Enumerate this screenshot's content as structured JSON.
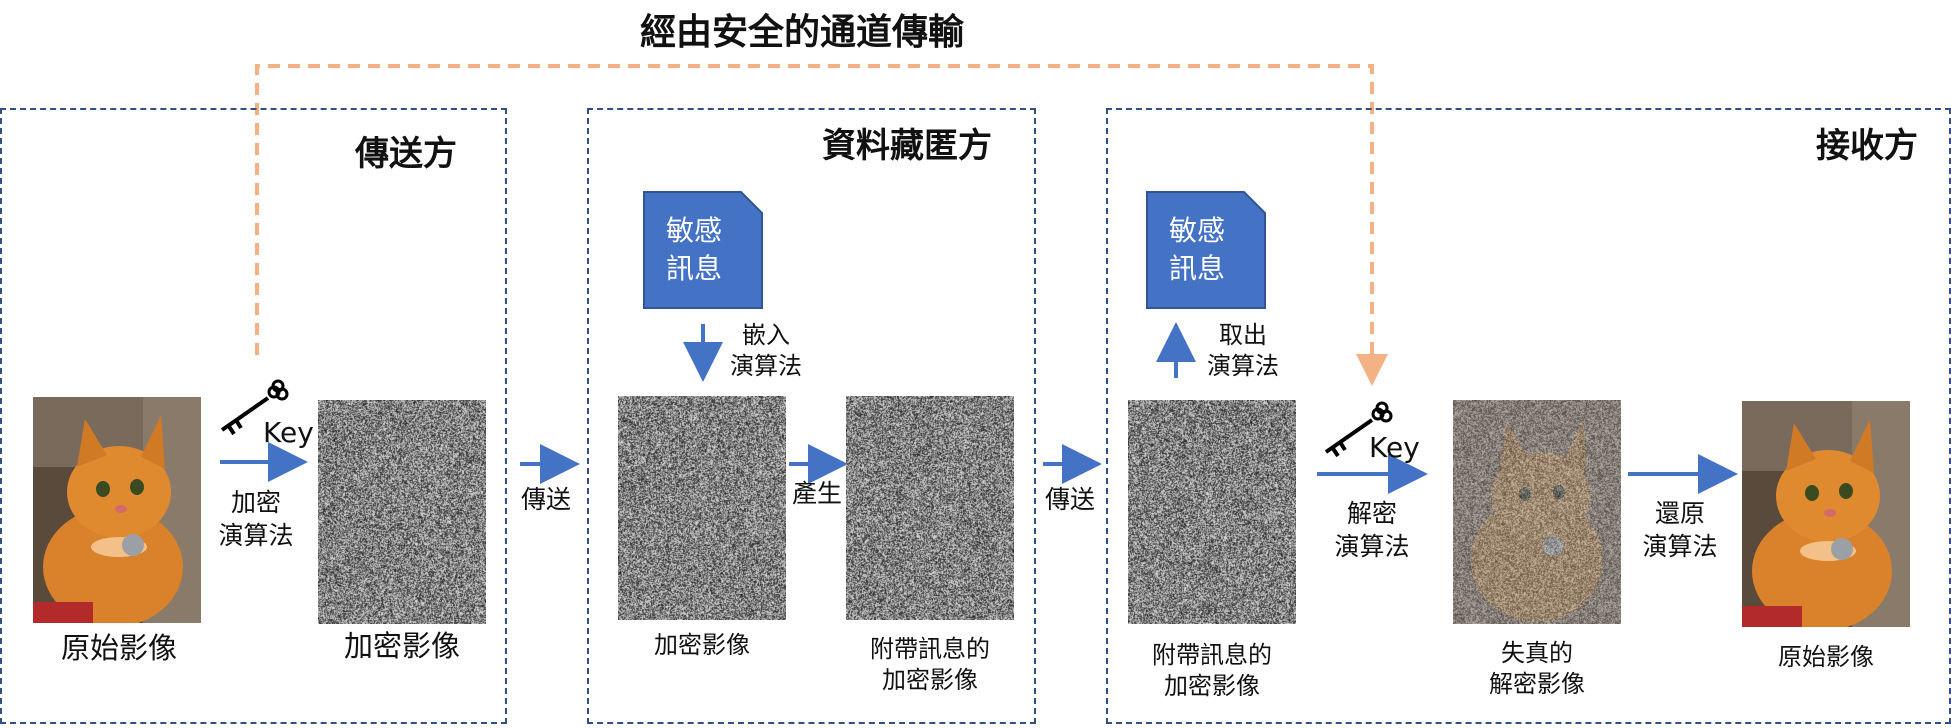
{
  "top_channel_label": "經由安全的通道傳輸",
  "panels": {
    "sender": {
      "title": "傳送方"
    },
    "hider": {
      "title": "資料藏匿方"
    },
    "receiver": {
      "title": "接收方"
    }
  },
  "sender": {
    "original_label": "原始影像",
    "key_label": "Key",
    "encrypt_line1": "加密",
    "encrypt_line2": "演算法",
    "encrypted_label": "加密影像"
  },
  "transmit_label_1": "傳送",
  "hider": {
    "sensitive_line1": "敏感",
    "sensitive_line2": "訊息",
    "embed_line1": "嵌入",
    "embed_line2": "演算法",
    "encrypted_label": "加密影像",
    "generate_label": "產生",
    "marked_line1": "附帶訊息的",
    "marked_line2": "加密影像"
  },
  "transmit_label_2": "傳送",
  "receiver": {
    "sensitive_line1": "敏感",
    "sensitive_line2": "訊息",
    "extract_line1": "取出",
    "extract_line2": "演算法",
    "marked_line1": "附帶訊息的",
    "marked_line2": "加密影像",
    "key_label": "Key",
    "decrypt_line1": "解密",
    "decrypt_line2": "演算法",
    "distorted_line1": "失真的",
    "distorted_line2": "解密影像",
    "restore_line1": "還原",
    "restore_line2": "演算法",
    "original_label": "原始影像"
  },
  "colors": {
    "arrow_blue": "#4472c4",
    "panel_border": "#2f4f86",
    "secure_channel": "#f4b183",
    "doc_fill": "#4472c4",
    "doc_border": "#2f5597"
  }
}
